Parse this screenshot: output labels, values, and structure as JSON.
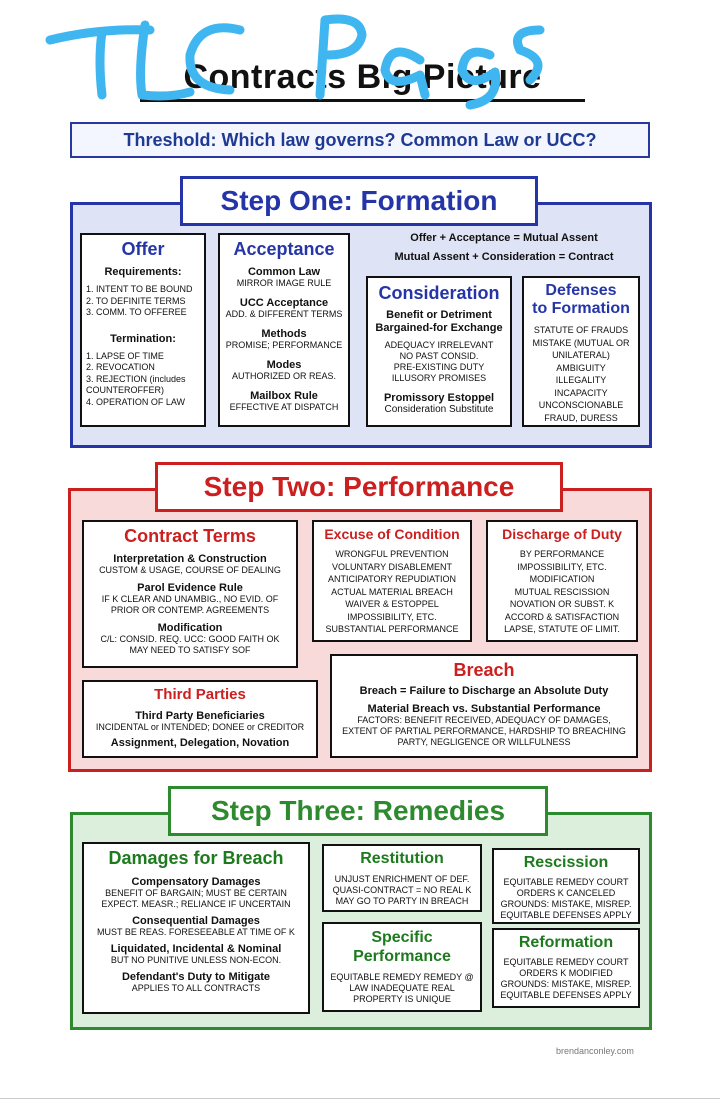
{
  "title": "Contracts Big Picture",
  "handwriting": "TLC Page",
  "threshold": "Threshold: Which law governs?  Common Law or UCC?",
  "step1": {
    "title": "Step One: Formation",
    "eq1": "Offer + Acceptance = Mutual Assent",
    "eq2": "Mutual Assent + Consideration = Contract",
    "offer": {
      "head": "Offer",
      "req_head": "Requirements:",
      "req": [
        "1. INTENT TO BE BOUND",
        "2. TO DEFINITE TERMS",
        "3. COMM. TO  OFFEREE"
      ],
      "term_head": "Termination:",
      "term": [
        "1. LAPSE OF TIME",
        "2. REVOCATION",
        "3. REJECTION (includes COUNTEROFFER)",
        "4. OPERATION OF LAW"
      ]
    },
    "acceptance": {
      "head": "Acceptance",
      "common_law": "Common Law",
      "mirror": "MIRROR IMAGE RULE",
      "ucc": "UCC Acceptance",
      "add_terms": "ADD. & DIFFERENT TERMS",
      "methods": "Methods",
      "methods_txt": "PROMISE; PERFORMANCE",
      "modes": "Modes",
      "modes_txt": "AUTHORIZED OR REAS.",
      "mailbox": "Mailbox Rule",
      "mailbox_txt": "EFFECTIVE AT DISPATCH"
    },
    "consideration": {
      "head": "Consideration",
      "sub1": "Benefit or Detriment",
      "sub2": "Bargained-for Exchange",
      "items": [
        "ADEQUACY IRRELEVANT",
        "NO PAST CONSID.",
        "PRE-EXISTING DUTY",
        "ILLUSORY PROMISES"
      ],
      "estoppel": "Promissory Estoppel",
      "estoppel_txt": "Consideration Substitute"
    },
    "defenses": {
      "head1": "Defenses",
      "head2": "to Formation",
      "items": [
        "STATUTE OF FRAUDS",
        "MISTAKE (MUTUAL OR UNILATERAL)",
        "AMBIGUITY",
        "ILLEGALITY",
        "INCAPACITY",
        "UNCONSCIONABLE",
        "FRAUD, DURESS"
      ]
    }
  },
  "step2": {
    "title": "Step Two: Performance",
    "terms": {
      "head": "Contract Terms",
      "interp": "Interpretation & Construction",
      "interp_txt": "CUSTOM & USAGE, COURSE OF DEALING",
      "parol": "Parol Evidence Rule",
      "parol_txt": "IF K CLEAR AND UNAMBIG., NO EVID. OF PRIOR OR CONTEMP. AGREEMENTS",
      "mod": "Modification",
      "mod_txt": "C/L: CONSID. REQ.  UCC: GOOD FAITH OK MAY NEED TO SATISFY SOF"
    },
    "excuse": {
      "head": "Excuse of Condition",
      "items": [
        "WRONGFUL PREVENTION",
        "VOLUNTARY DISABLEMENT",
        "ANTICIPATORY REPUDIATION",
        "ACTUAL MATERIAL BREACH",
        "WAIVER & ESTOPPEL",
        "IMPOSSIBILITY, ETC.",
        "SUBSTANTIAL PERFORMANCE"
      ]
    },
    "discharge": {
      "head": "Discharge of Duty",
      "items": [
        "BY PERFORMANCE",
        "IMPOSSIBILITY, ETC.",
        "MODIFICATION",
        "MUTUAL RESCISSION",
        "NOVATION OR SUBST. K",
        "ACCORD & SATISFACTION",
        "LAPSE, STATUTE OF LIMIT."
      ]
    },
    "third": {
      "head": "Third Parties",
      "sub": "Third Party Beneficiaries",
      "sub_txt": "INCIDENTAL or INTENDED; DONEE or CREDITOR",
      "assign": "Assignment, Delegation, Novation"
    },
    "breach": {
      "head": "Breach",
      "def": "Breach = Failure to Discharge an Absolute Duty",
      "sub": "Material Breach vs. Substantial Performance",
      "txt": "FACTORS: BENEFIT RECEIVED, ADEQUACY OF DAMAGES, EXTENT OF PARTIAL PERFORMANCE, HARDSHIP TO BREACHING PARTY, NEGLIGENCE OR WILLFULNESS"
    }
  },
  "step3": {
    "title": "Step Three: Remedies",
    "damages": {
      "head": "Damages for Breach",
      "comp": "Compensatory Damages",
      "comp_txt": "BENEFIT OF BARGAIN; MUST BE CERTAIN EXPECT. MEASR.; RELIANCE IF UNCERTAIN",
      "cons": "Consequential Damages",
      "cons_txt": "MUST BE REAS. FORESEEABLE AT TIME OF K",
      "liq": "Liquidated, Incidental & Nominal",
      "liq_txt": "BUT NO PUNITIVE UNLESS NON-ECON.",
      "mit": "Defendant's Duty to Mitigate",
      "mit_txt": "APPLIES TO ALL CONTRACTS"
    },
    "restitution": {
      "head": "Restitution",
      "txt": "UNJUST ENRICHMENT OF DEF. QUASI-CONTRACT = NO REAL K MAY GO TO PARTY IN BREACH"
    },
    "specific": {
      "head1": "Specific",
      "head2": "Performance",
      "txt": "EQUITABLE REMEDY REMEDY @ LAW INADEQUATE REAL PROPERTY IS UNIQUE"
    },
    "rescission": {
      "head": "Rescission",
      "txt": "EQUITABLE REMEDY COURT ORDERS K CANCELED GROUNDS: MISTAKE, MISREP. EQUITABLE DEFENSES APPLY"
    },
    "reformation": {
      "head": "Reformation",
      "txt": "EQUITABLE REMEDY COURT ORDERS K MODIFIED GROUNDS: MISTAKE, MISREP. EQUITABLE DEFENSES APPLY"
    }
  },
  "credit": "brendanconley.com",
  "colors": {
    "blue": "#2535a8",
    "red": "#cc1f1f",
    "green": "#2e8a2e",
    "handwriting": "#3fb6f0"
  }
}
